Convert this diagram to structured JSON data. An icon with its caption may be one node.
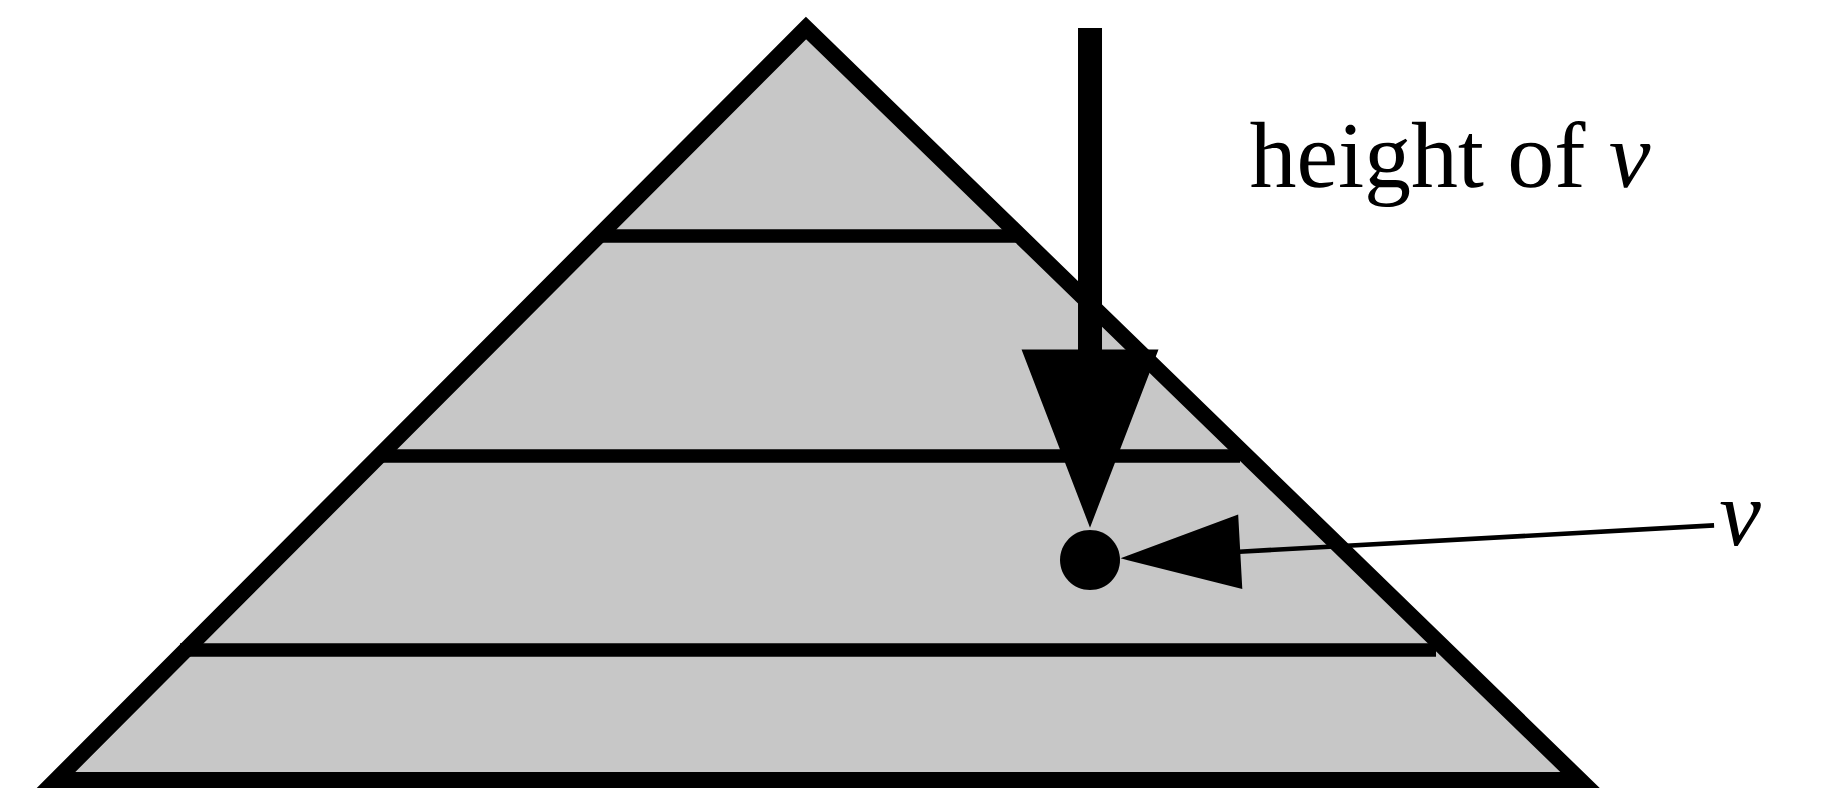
{
  "diagram": {
    "nodes": [
      {
        "text": [],
        "shape": "circle"
      },
      {
        "text": [
          "v"
        ]
      }
    ],
    "edges": [
      {
        "from": null,
        "to": 0,
        "arrow": "to",
        "style": "thick",
        "label": "height of *v*"
      },
      {
        "from": 1,
        "to": 0,
        "arrow": "to"
      }
    ]
  }
}
